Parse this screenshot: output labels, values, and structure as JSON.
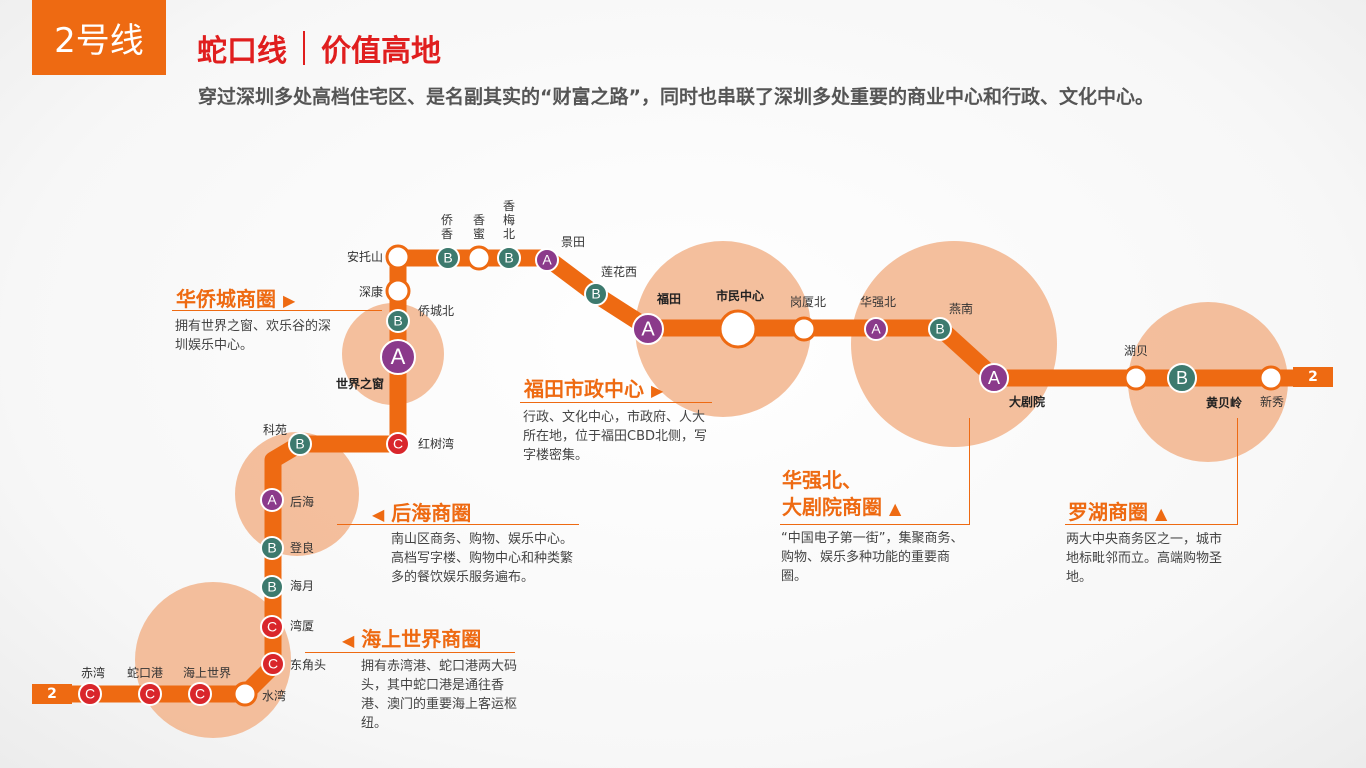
{
  "header": {
    "badge": "2号线",
    "title_left": "蛇口线",
    "title_right": "价值高地",
    "subtitle": "穿过深圳多处高档住宅区、是名副其实的“财富之路”，同时也串联了深圳多处重要的商业中心和行政、文化中心。"
  },
  "end_tags": {
    "left": "2",
    "right": "2"
  },
  "stations": [
    {
      "name": "赤湾",
      "grade": "C"
    },
    {
      "name": "蛇口港",
      "grade": "C"
    },
    {
      "name": "海上世界",
      "grade": "C"
    },
    {
      "name": "水湾",
      "grade": ""
    },
    {
      "name": "东角头",
      "grade": "C"
    },
    {
      "name": "湾厦",
      "grade": "C"
    },
    {
      "name": "海月",
      "grade": "B"
    },
    {
      "name": "登良",
      "grade": "B"
    },
    {
      "name": "后海",
      "grade": "A"
    },
    {
      "name": "科苑",
      "grade": "B"
    },
    {
      "name": "红树湾",
      "grade": "C"
    },
    {
      "name": "世界之窗",
      "grade": "A"
    },
    {
      "name": "侨城北",
      "grade": "B"
    },
    {
      "name": "深康",
      "grade": ""
    },
    {
      "name": "安托山",
      "grade": ""
    },
    {
      "name": "侨香",
      "grade": "B"
    },
    {
      "name": "香蜜",
      "grade": ""
    },
    {
      "name": "香梅北",
      "grade": "B"
    },
    {
      "name": "景田",
      "grade": "A"
    },
    {
      "name": "莲花西",
      "grade": "B"
    },
    {
      "name": "福田",
      "grade": "A"
    },
    {
      "name": "市民中心",
      "grade": ""
    },
    {
      "name": "岗厦北",
      "grade": ""
    },
    {
      "name": "华强北",
      "grade": "A"
    },
    {
      "name": "燕南",
      "grade": "B"
    },
    {
      "name": "大剧院",
      "grade": "A"
    },
    {
      "name": "湖贝",
      "grade": ""
    },
    {
      "name": "黄贝岭",
      "grade": "B"
    },
    {
      "name": "新秀",
      "grade": ""
    }
  ],
  "areas": {
    "huaqiaocheng": {
      "title": "华侨城商圈",
      "desc": "拥有世界之窗、欢乐谷的深圳娱乐中心。"
    },
    "futian": {
      "title": "福田市政中心",
      "desc": "行政、文化中心，市政府、人大所在地，位于福田CBD北侧，写字楼密集。"
    },
    "houhai": {
      "title": "后海商圈",
      "desc": "南山区商务、购物、娱乐中心。高档写字楼、购物中心和种类繁多的餐饮娱乐服务遍布。"
    },
    "haishang": {
      "title": "海上世界商圈",
      "desc": "拥有赤湾港、蛇口港两大码头，其中蛇口港是通往香港、澳门的重要海上客运枢纽。"
    },
    "huaqiangbei": {
      "title_line1": "华强北、",
      "title_line2": "大剧院商圈",
      "desc": "“中国电子第一街”，集聚商务、购物、娱乐多种功能的重要商圈。"
    },
    "luohu": {
      "title": "罗湖商圈",
      "desc": "两大中央商务区之一，城市地标毗邻而立。高端购物圣地。"
    }
  },
  "colors": {
    "line": "#ee6a12",
    "circle": "#f2b48c",
    "grade_A": "#8b3a8b",
    "grade_B": "#3d7a6e",
    "grade_C": "#d9262b",
    "title_red": "#e01e1e"
  }
}
